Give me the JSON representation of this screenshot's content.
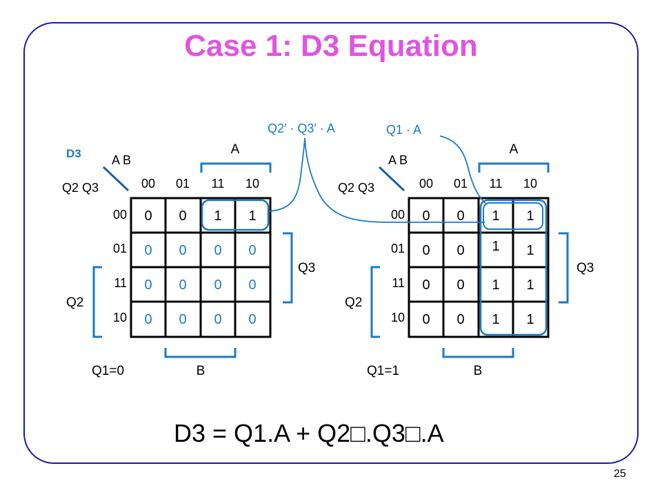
{
  "title": "Case 1: D3 Equation",
  "page_number": "25",
  "equation": "D3 = Q1.A + Q2□.Q3□.A",
  "colors": {
    "title": "#e055e0",
    "accent": "#1a7ac7",
    "frame": "#1a1aa6"
  },
  "diagram": {
    "output_label": "D3",
    "term_labels": [
      "Q2′ · Q3′ · A",
      "Q1 · A"
    ],
    "maps": [
      {
        "corner_label_top": "A B",
        "corner_label_left": "Q2 Q3",
        "col_headers": [
          "00",
          "01",
          "11",
          "10"
        ],
        "row_headers": [
          "00",
          "01",
          "11",
          "10"
        ],
        "bracket_top": "A",
        "bracket_right": "Q3",
        "bracket_left": "Q2",
        "bracket_bottom": "B",
        "condition": "Q1=0",
        "cells": [
          [
            "0",
            "0",
            "1",
            "1"
          ],
          [
            "0",
            "0",
            "0",
            "0"
          ],
          [
            "0",
            "0",
            "0",
            "0"
          ],
          [
            "0",
            "0",
            "0",
            "0"
          ]
        ]
      },
      {
        "corner_label_top": "A B",
        "corner_label_left": "Q2 Q3",
        "col_headers": [
          "00",
          "01",
          "11",
          "10"
        ],
        "row_headers": [
          "00",
          "01",
          "11",
          "10"
        ],
        "bracket_top": "A",
        "bracket_right": "Q3",
        "bracket_left": "Q2",
        "bracket_bottom": "B",
        "condition": "Q1=1",
        "cells": [
          [
            "0",
            "0",
            "1",
            "1"
          ],
          [
            "0",
            "0",
            "1",
            "1"
          ],
          [
            "0",
            "0",
            "1",
            "1"
          ],
          [
            "0",
            "0",
            "1",
            "1"
          ]
        ]
      }
    ]
  }
}
